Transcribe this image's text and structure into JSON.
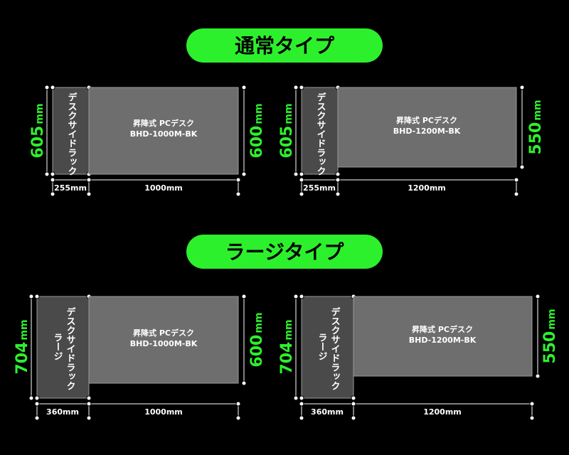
{
  "sections": [
    {
      "title": "通常タイプ",
      "layouts": [
        {
          "rack_label": "デスクサイドラック",
          "rack_label_line2": "",
          "desk_title": "昇降式 PCデスク",
          "desk_model": "BHD-1000M-BK",
          "rack_height_num": "605",
          "rack_height_unit": "mm",
          "desk_height_num": "600",
          "desk_height_unit": "mm",
          "rack_width": "255mm",
          "desk_width": "1000mm"
        },
        {
          "rack_label": "デスクサイドラック",
          "rack_label_line2": "",
          "desk_title": "昇降式 PCデスク",
          "desk_model": "BHD-1200M-BK",
          "rack_height_num": "605",
          "rack_height_unit": "mm",
          "desk_height_num": "550",
          "desk_height_unit": "mm",
          "rack_width": "255mm",
          "desk_width": "1200mm"
        }
      ]
    },
    {
      "title": "ラージタイプ",
      "layouts": [
        {
          "rack_label": "デスクサイドラック",
          "rack_label_line2": "ラージ",
          "desk_title": "昇降式 PCデスク",
          "desk_model": "BHD-1000M-BK",
          "rack_height_num": "704",
          "rack_height_unit": "mm",
          "desk_height_num": "600",
          "desk_height_unit": "mm",
          "rack_width": "360mm",
          "desk_width": "1000mm"
        },
        {
          "rack_label": "デスクサイドラック",
          "rack_label_line2": "ラージ",
          "desk_title": "昇降式 PCデスク",
          "desk_model": "BHD-1200M-BK",
          "rack_height_num": "704",
          "rack_height_unit": "mm",
          "desk_height_num": "550",
          "desk_height_unit": "mm",
          "rack_width": "360mm",
          "desk_width": "1200mm"
        }
      ]
    }
  ]
}
